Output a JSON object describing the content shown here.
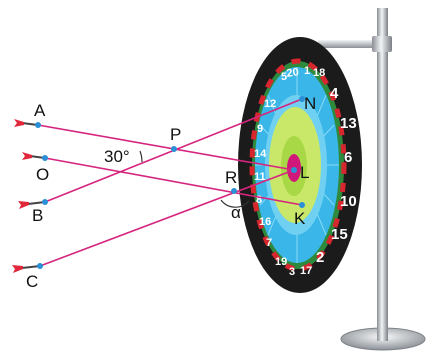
{
  "labels": {
    "A": "A",
    "O": "O",
    "B": "B",
    "C": "C",
    "P": "P",
    "R": "R",
    "N": "N",
    "L": "L",
    "K": "K",
    "angle_p": "30°",
    "angle_r": "α"
  },
  "board_numbers": {
    "n20": "20",
    "n1": "1",
    "n18": "18",
    "n4": "4",
    "n13": "13",
    "n6": "6",
    "n10": "10",
    "n15": "15",
    "n2": "2",
    "n17": "17",
    "n3": "3",
    "n19": "19",
    "n7": "7",
    "n16": "16",
    "n8": "8",
    "n11": "11",
    "n14": "14",
    "n9": "9",
    "n12": "12",
    "n5": "5"
  },
  "colors": {
    "line": "#d6257f",
    "point": "#2a8fd6",
    "board_black": "#1b1b1b",
    "ring_green": "#2e8b3d",
    "ring_red": "#d8262e",
    "band_blue": "#3ab7e8",
    "inner_blue": "#6fd0f2",
    "yellow_green": "#c9e86a",
    "bull_magenta": "#d0177a",
    "dart_red": "#e0283a"
  }
}
